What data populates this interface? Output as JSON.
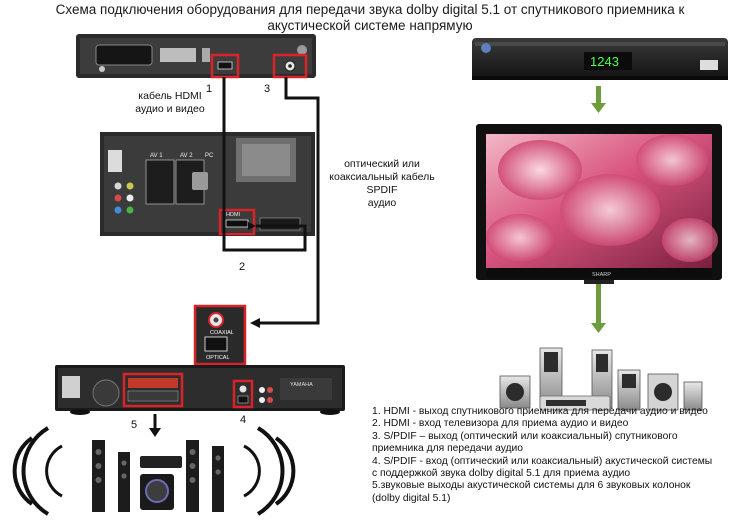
{
  "title_lines": [
    "Схема подключения оборудования для передачи звука dolby digital 5.1 от спутникового приемника к",
    "акустической системе напрямую"
  ],
  "cable_labels": {
    "hdmi_lines": [
      "кабель HDMI",
      "аудио и видео"
    ],
    "spdif_lines": [
      "оптический или",
      "коаксиальный кабель",
      "SPDIF",
      "аудио"
    ]
  },
  "markers": {
    "receiver_hdmi": "1",
    "tv_hdmi": "2",
    "receiver_spdif": "3",
    "amp_spdif": "4",
    "amp_speaker_out": "5"
  },
  "device_text": {
    "receiver_display": "1243",
    "tv_brand": "SHARP",
    "coaxial_label": "COAXIAL",
    "optical_label": "OPTICAL",
    "amp_brand": "YAMAHA",
    "tv_panel_av1": "AV 1",
    "tv_panel_av2": "AV 2",
    "tv_panel_pc": "PC",
    "tv_panel_hdmi": "HDMI"
  },
  "legend": [
    "1. HDMI - выход спутникового приемника для передачи аудио и видео",
    "2. HDMI - вход телевизора  для приема аудио и видео",
    "3. S/PDIF – выход (оптический или коаксиальный)  спутникового",
    "приемника для передачи аудио",
    "4. S/PDIF - вход (оптический или коаксиальный) акустической системы",
    "с поддержкой звука dolby digital 5.1 для приема аудио",
    "5.звуковые выходы акустической системы для 6 звуковых колонок",
    "(dolby digital 5.1)"
  ],
  "colors": {
    "highlight_red": "#d9232a",
    "device_dark": "#1e1e1e",
    "arrow_green": "#6e9b3c",
    "cable_black": "#111111"
  }
}
